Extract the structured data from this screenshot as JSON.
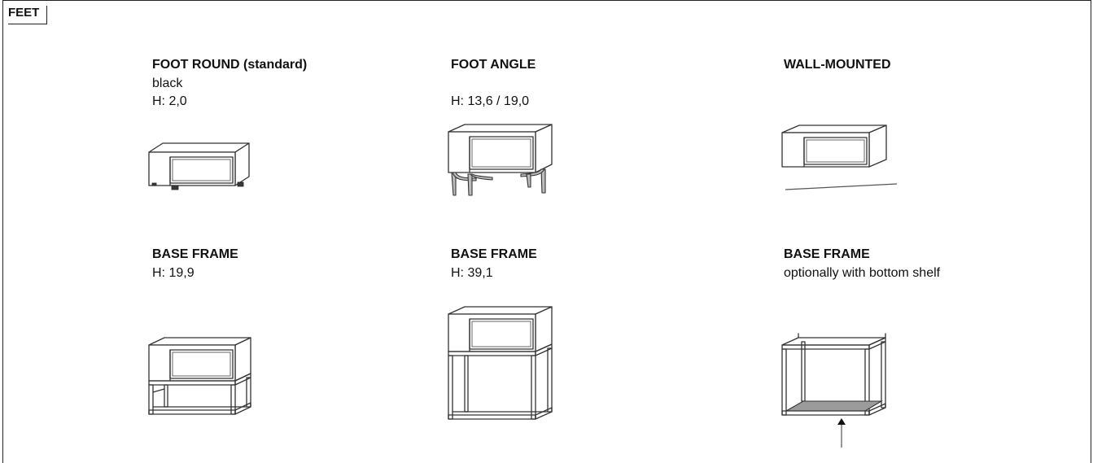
{
  "section": {
    "title": "FEET"
  },
  "options": [
    {
      "title": "FOOT ROUND (standard)",
      "lines": [
        "black",
        "H: 2,0"
      ],
      "icon": "nightstand-round-feet-icon"
    },
    {
      "title": "FOOT ANGLE",
      "lines": [
        "",
        "H: 13,6 / 19,0"
      ],
      "icon": "nightstand-angle-feet-icon"
    },
    {
      "title": "WALL-MOUNTED",
      "lines": [],
      "icon": "nightstand-wall-mounted-icon"
    },
    {
      "title": "BASE FRAME",
      "lines": [
        "H: 19,9"
      ],
      "icon": "nightstand-low-base-frame-icon"
    },
    {
      "title": "BASE FRAME",
      "lines": [
        "H: 39,1"
      ],
      "icon": "nightstand-high-base-frame-icon"
    },
    {
      "title": "BASE FRAME",
      "lines": [
        "optionally with bottom shelf"
      ],
      "icon": "base-frame-bottom-shelf-icon"
    }
  ],
  "colors": {
    "line": "#333333",
    "frame_border": "#222222",
    "shelf": "#9b9b9b"
  }
}
